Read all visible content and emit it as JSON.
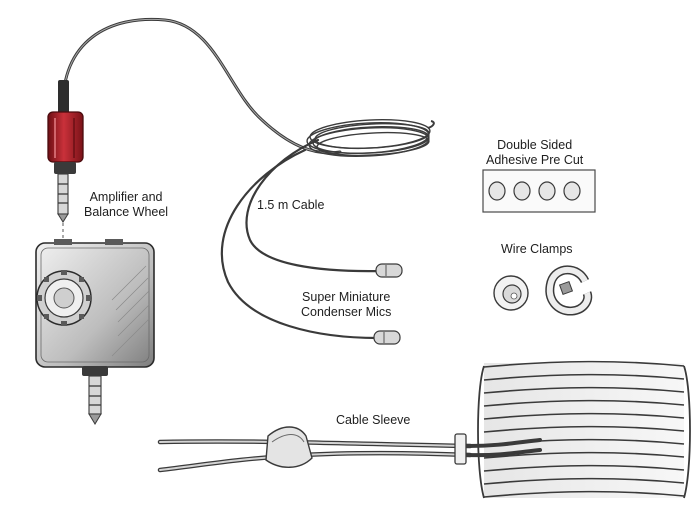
{
  "labels": {
    "amplifier": [
      "Amplifier and",
      "Balance Wheel"
    ],
    "cable": "1.5 m Cable",
    "mics": [
      "Super Miniature",
      "Condenser Mics"
    ],
    "adhesive": [
      "Double Sided",
      "Adhesive Pre Cut"
    ],
    "clamps": "Wire Clamps",
    "sleeve": "Cable Sleeve"
  },
  "colors": {
    "connector": "#b3242a",
    "pencil": "#4a4a4a",
    "shade": "#9a9a9a"
  }
}
